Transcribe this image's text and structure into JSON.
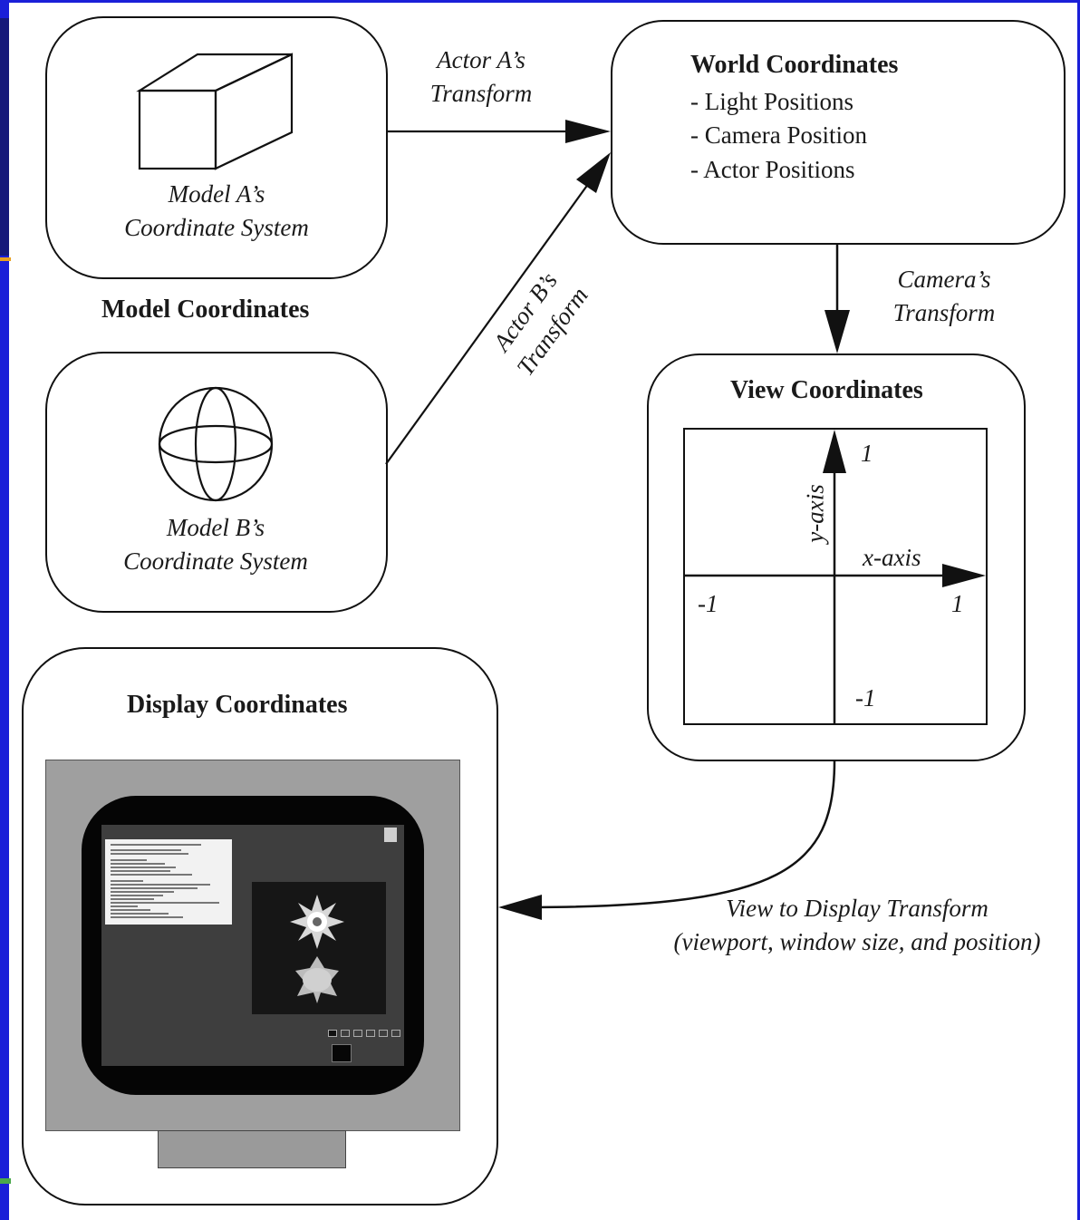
{
  "model_a": {
    "label_line1": "Model A’s",
    "label_line2": "Coordinate System"
  },
  "model_b": {
    "label_line1": "Model B’s",
    "label_line2": "Coordinate System"
  },
  "model_coordinates_title": "Model Coordinates",
  "actor_a_transform": {
    "line1": "Actor A’s",
    "line2": "Transform"
  },
  "actor_b_transform": {
    "line1": "Actor B’s",
    "line2": "Transform"
  },
  "world": {
    "title": "World Coordinates",
    "items": [
      "- Light Positions",
      "- Camera Position",
      "- Actor Positions"
    ]
  },
  "camera_transform": {
    "line1": "Camera’s",
    "line2": "Transform"
  },
  "view": {
    "title": "View Coordinates",
    "y_axis_label": "y-axis",
    "x_axis_label": "x-axis",
    "tick_y_top": "1",
    "tick_x_left": "-1",
    "tick_x_right": "1",
    "tick_y_bottom": "-1"
  },
  "display": {
    "title": "Display Coordinates"
  },
  "view_to_display": {
    "line1": "View to Display Transform",
    "line2": "(viewport, window size, and position)"
  },
  "colors": {
    "frame_blue": "#1a1fd8",
    "monitor_gray": "#9f9f9f",
    "bezel": "#050505"
  }
}
